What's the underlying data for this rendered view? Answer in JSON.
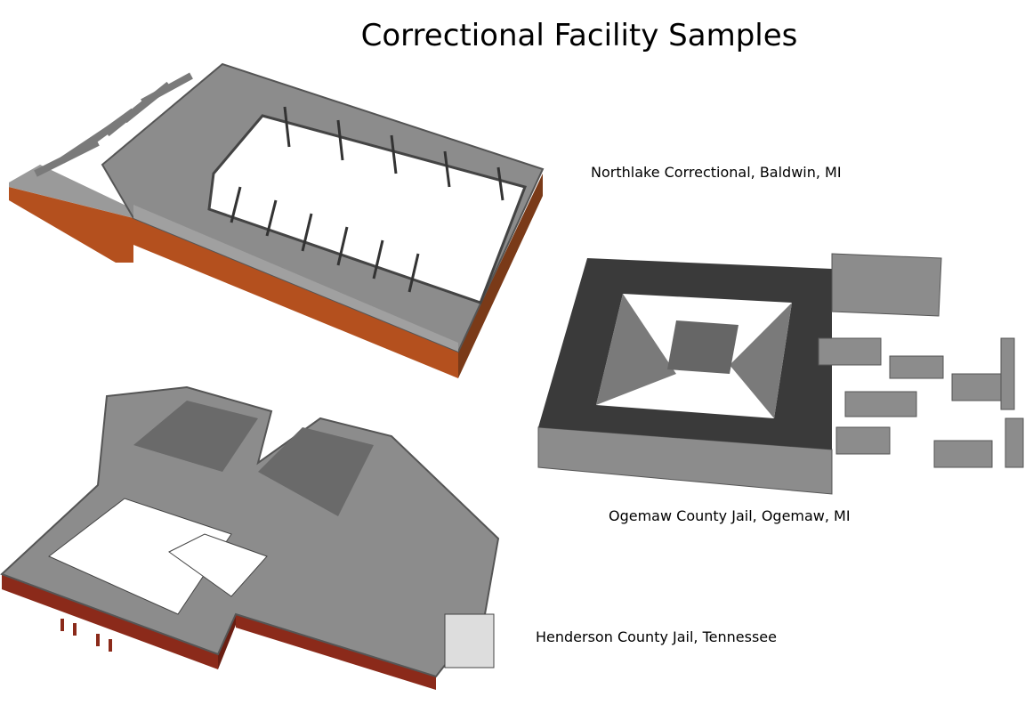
{
  "title": "Correctional Facility Samples",
  "samples": [
    {
      "caption": "Northlake Correctional, Baldwin, MI"
    },
    {
      "caption": "Ogemaw County Jail, Ogemaw, MI"
    },
    {
      "caption": "Henderson County Jail, Tennessee"
    }
  ],
  "colors": {
    "wall": "#8c8c8c",
    "wall_dark": "#3a3a3a",
    "brick": "#b4501e",
    "brick_dark": "#8b2a1a"
  }
}
